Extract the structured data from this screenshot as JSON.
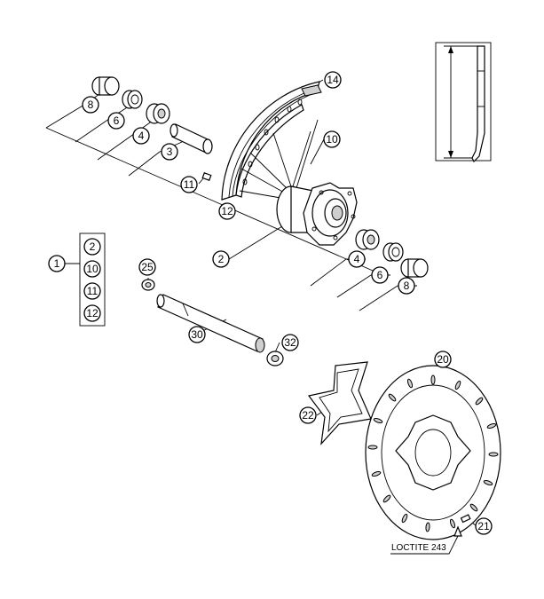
{
  "group": {
    "label": "1",
    "items": [
      "2",
      "10",
      "11",
      "12"
    ]
  },
  "callouts": {
    "c2_hub": "2",
    "c3": "3",
    "c4_left": "4",
    "c4_right": "4",
    "c6_left": "6",
    "c6_right": "6",
    "c8_left": "8",
    "c8_right": "8",
    "c10": "10",
    "c11": "11",
    "c12": "12",
    "c14": "14",
    "c20": "20",
    "c21": "21",
    "c22": "22",
    "c25": "25",
    "c30": "30",
    "c32": "32"
  },
  "note": "LOCTITE 243"
}
